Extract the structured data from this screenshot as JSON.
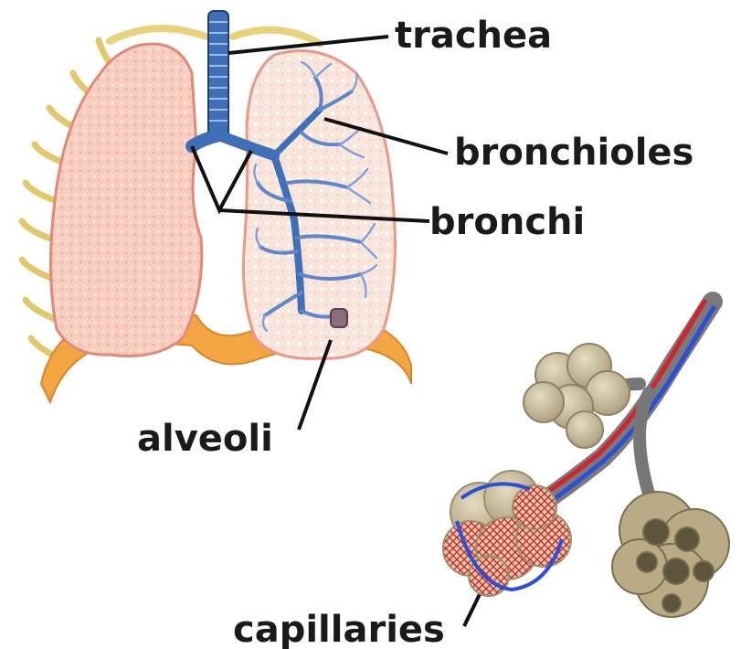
{
  "labels": {
    "trachea": "trachea",
    "bronchioles": "bronchioles",
    "bronchi": "bronchi",
    "alveoli": "alveoli",
    "capillaries": "capillaries"
  },
  "colors": {
    "background": "#ffffff",
    "lung_fill": "#f4c3b5",
    "lung_edge": "#e08a78",
    "airway": "#3f6fb6",
    "airway_dark": "#1f3f7a",
    "diaphragm": "#f2a541",
    "rib": "#e8d27a",
    "alveoli_sac": "#c9bc97",
    "alveoli_dark": "#8f8363",
    "vein_blue": "#2b4fd6",
    "artery_red": "#d3232c",
    "pointer_line": "#111111"
  }
}
